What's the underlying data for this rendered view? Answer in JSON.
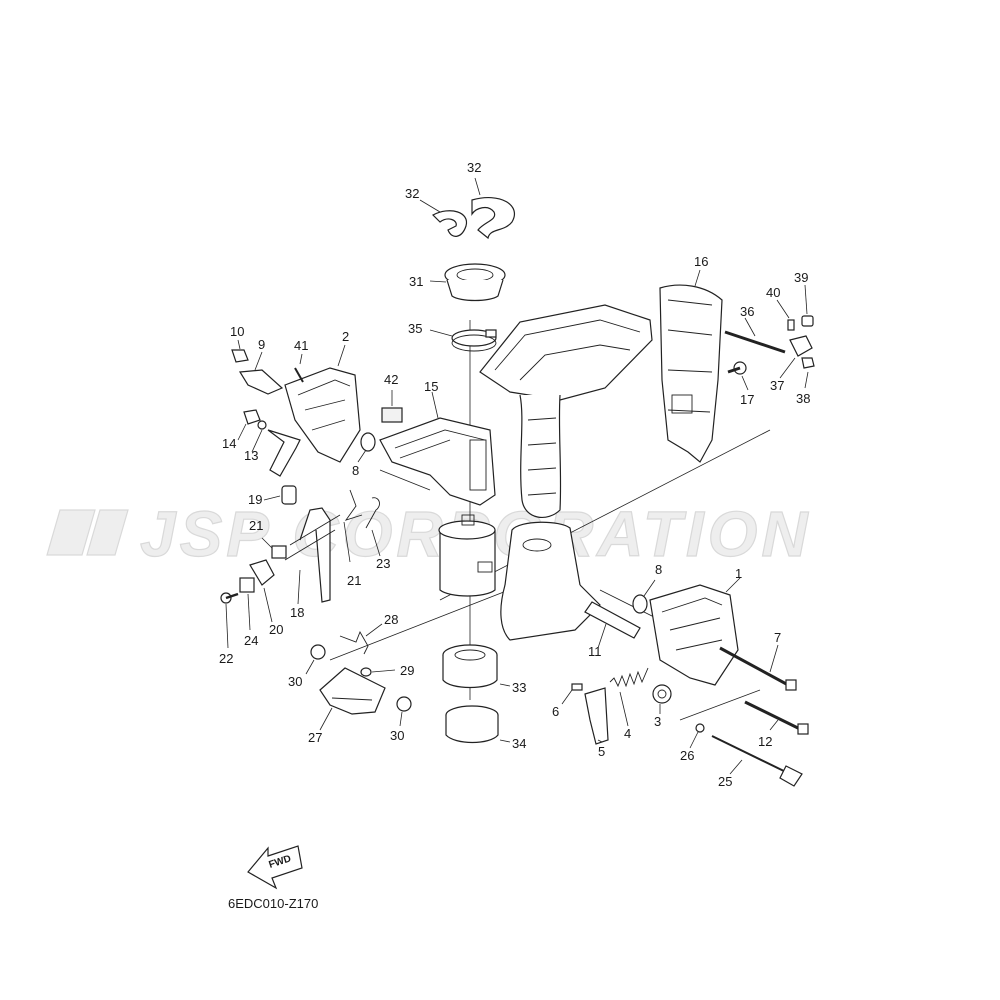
{
  "watermark": "JSP CORPORATION",
  "diagram_code": "6EDC010-Z170",
  "fwd_label": "FWD",
  "callouts": [
    "32",
    "32",
    "31",
    "35",
    "10",
    "9",
    "41",
    "2",
    "42",
    "15",
    "16",
    "40",
    "39",
    "36",
    "37",
    "38",
    "17",
    "14",
    "13",
    "8",
    "19",
    "21",
    "23",
    "21",
    "18",
    "20",
    "24",
    "22",
    "28",
    "29",
    "30",
    "27",
    "30",
    "33",
    "34",
    "1",
    "8",
    "11",
    "7",
    "6",
    "4",
    "3",
    "5",
    "12",
    "26",
    "25"
  ]
}
